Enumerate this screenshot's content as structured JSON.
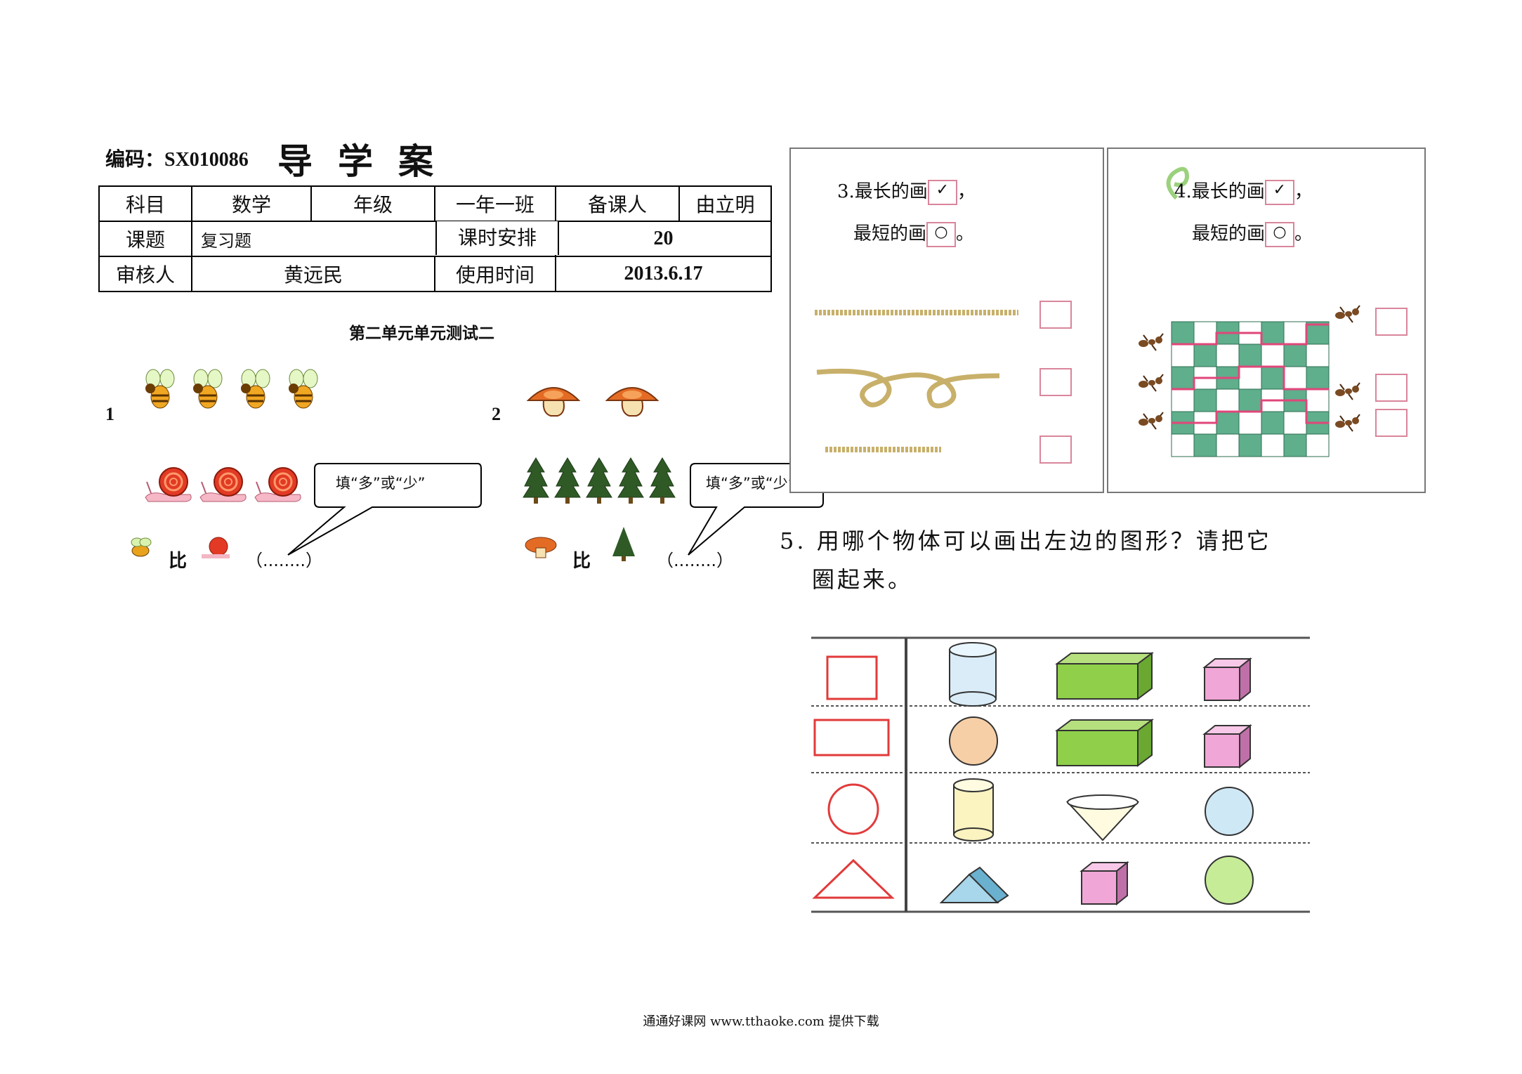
{
  "header": {
    "code_label": "编码：",
    "code_value": "SX010086",
    "title": "导学案"
  },
  "info_table": {
    "subject_label": "科目",
    "subject_value": "数学",
    "grade_label": "年级",
    "grade_value": "一年一班",
    "preparer_label": "备课人",
    "preparer_value": "由立明",
    "topic_label": "课题",
    "topic_value": "复习题",
    "period_label": "课时安排",
    "period_value": "20",
    "reviewer_label": "审核人",
    "reviewer_value": "黄远民",
    "date_label": "使用时间",
    "date_value": "2013.6.17"
  },
  "unit_title": "第二单元单元测试二",
  "q1": {
    "num": "1",
    "compare_word": "比",
    "bubble": "填“多”或“少”",
    "blank": "（........）",
    "bee_count": 4,
    "snail_count": 3
  },
  "q2": {
    "num": "2",
    "compare_word": "比",
    "bubble": "填“多”或“少”",
    "blank": "（........）",
    "mushroom_count": 2,
    "tree_count": 5
  },
  "q3": {
    "line1": "3.最长的画",
    "line1_end": "，",
    "line2": "最短的画",
    "line2_end": "。"
  },
  "q4": {
    "line1": "4.最长的画",
    "line1_end": "，",
    "line2": "最短的画",
    "line2_end": "。"
  },
  "q5": {
    "line1": "5. 用哪个物体可以画出左边的图形？请把它",
    "line2": "圈起来。"
  },
  "footer": "通通好课网 www.tthaoke.com 提供下载",
  "colors": {
    "table_border": "#000000",
    "panel_border": "#777777",
    "checkbox_pink": "#d9859b",
    "grid_green": "#5fae8c",
    "grid_path": "#e0467a",
    "rope": "#c8b06a",
    "cube_green": "#8fcf4a",
    "cube_pink": "#f0a6d6"
  }
}
